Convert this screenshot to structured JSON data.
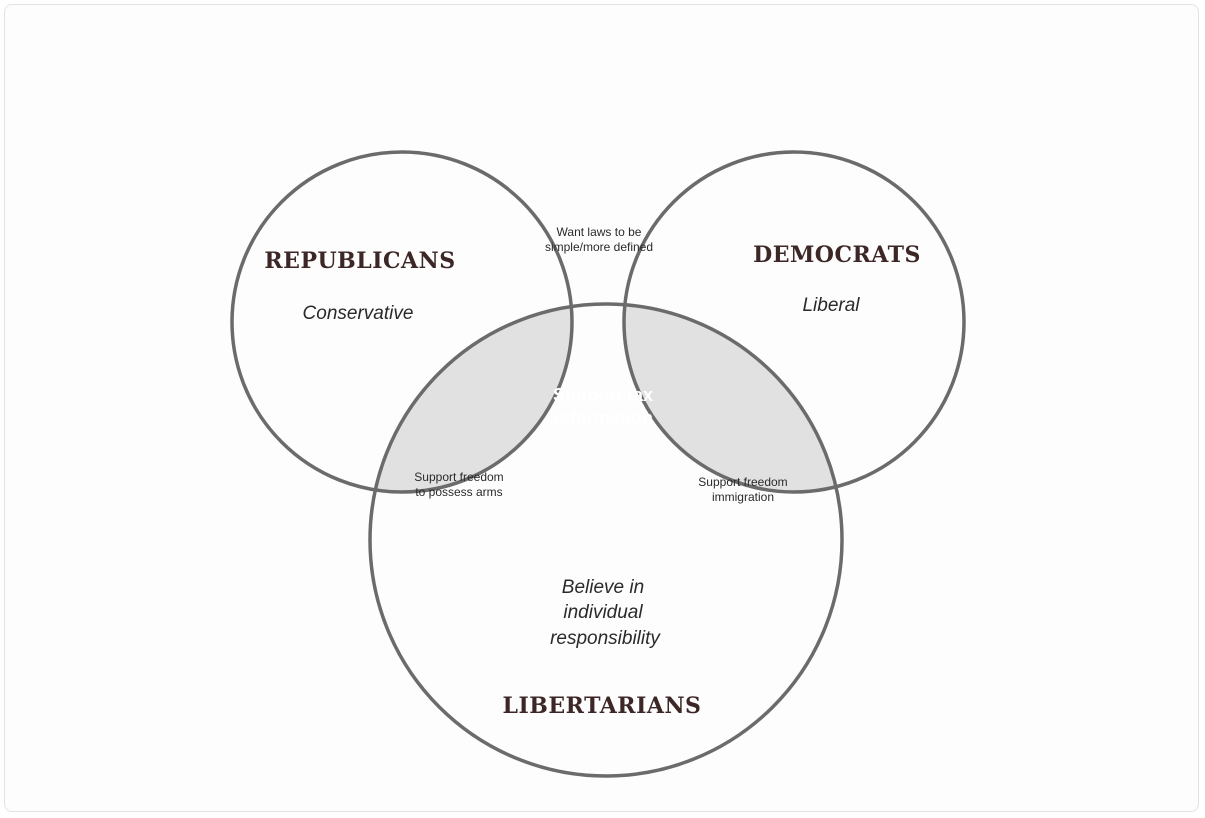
{
  "colors": {
    "circle_stroke": "#6b6b6b",
    "pair_fill": "#e1e1e1",
    "center_fill": "#c3122e",
    "title_color": "#3d2626"
  },
  "sets": {
    "republicans": {
      "title": "REPUBLICANS",
      "subtitle": "Conservative"
    },
    "democrats": {
      "title": "DEMOCRATS",
      "subtitle": "Liberal"
    },
    "libertarians": {
      "title": "LIBERTARIANS",
      "subtitle_lines": [
        "Believe in",
        "individual",
        "responsibility"
      ]
    }
  },
  "intersections": {
    "republicans_democrats": [
      "Want laws to be",
      "simple/more defined"
    ],
    "republicans_libertarians": [
      "Support freedom",
      "to possess arms"
    ],
    "democrats_libertarians": [
      "Support freedom",
      "immigration"
    ],
    "all_three": [
      "Support tax",
      "reformation"
    ]
  }
}
